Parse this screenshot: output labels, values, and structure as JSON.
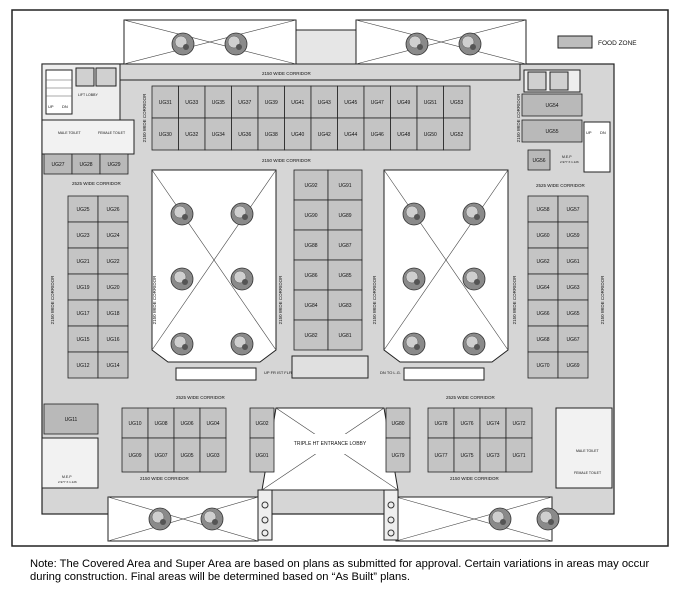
{
  "legend": {
    "label": "FOOD ZONE",
    "swatch_color": "#bdbdbd"
  },
  "colors": {
    "corridor": "#d6d6d6",
    "shop": "#c4c4c4",
    "food": "#b9b9b9",
    "line": "#222222",
    "tree": "#555555"
  },
  "corridors": {
    "top": "2150 WIDE CORRIDOR",
    "mid_top": "2150 WIDE CORRIDOR",
    "left_2525": "2525 WIDE CORRIDOR",
    "right_2525": "2525 WIDE CORRIDOR",
    "lower_left_2525": "2525 WIDE CORRIDOR",
    "lower_right_2525": "2525 WIDE CORRIDOR",
    "bottom_left": "2150 WIDE CORRIDOR",
    "bottom_right": "2150 WIDE CORRIDOR",
    "vertical": "2150 WIDE CORRIDOR"
  },
  "labels": {
    "lobby": "TRIPLE HT ENTRANCE LOBBY",
    "up_fr": "UP FR IST FLR.",
    "dn_lg": "DN TO L.G.",
    "lift_lobby": "LIFT LOBBY",
    "male_toilet": "MALE TOILET",
    "female_toilet": "FEMALE TOILET",
    "up": "UP",
    "dn": "DN",
    "mep": "M.E.P",
    "mep_size": "2.977 X 1.126"
  },
  "units": {
    "top_row1": [
      "UG31",
      "UG33",
      "UG35",
      "UG37",
      "UG39",
      "UG41",
      "UG43",
      "UG45",
      "UG47",
      "UG49",
      "UG51",
      "UG53"
    ],
    "top_row2": [
      "UG30",
      "UG32",
      "UG34",
      "UG36",
      "UG38",
      "UG40",
      "UG42",
      "UG44",
      "UG46",
      "UG48",
      "UG50",
      "UG52"
    ],
    "upper_left": [
      "UG27",
      "UG28",
      "UG29"
    ],
    "right_side": [
      "UG54",
      "UG55",
      "UG56"
    ],
    "left_block": [
      [
        "UG25",
        "UG26"
      ],
      [
        "UG23",
        "UG24"
      ],
      [
        "UG21",
        "UG22"
      ],
      [
        "UG19",
        "UG20"
      ],
      [
        "UG17",
        "UG18"
      ],
      [
        "UG15",
        "UG16"
      ],
      [
        "UG12",
        "UG14"
      ]
    ],
    "center_block": [
      [
        "UG92",
        "UG91"
      ],
      [
        "UG90",
        "UG89"
      ],
      [
        "UG88",
        "UG87"
      ],
      [
        "UG86",
        "UG85"
      ],
      [
        "UG84",
        "UG83"
      ],
      [
        "UG82",
        "UG81"
      ]
    ],
    "right_block": [
      [
        "UG58",
        "UG57"
      ],
      [
        "UG60",
        "UG59"
      ],
      [
        "UG62",
        "UG61"
      ],
      [
        "UG64",
        "UG63"
      ],
      [
        "UG66",
        "UG65"
      ],
      [
        "UG68",
        "UG67"
      ],
      [
        "UG70",
        "UG69"
      ]
    ],
    "lower_left_top": [
      "UG10",
      "UG08",
      "UG06",
      "UG04"
    ],
    "lower_left_bottom": [
      "UG09",
      "UG07",
      "UG05",
      "UG03"
    ],
    "lower_left_pair": [
      "UG02",
      "UG01"
    ],
    "lower_right_pair": [
      "UG80",
      "UG79"
    ],
    "lower_right_top": [
      "UG78",
      "UG76",
      "UG74",
      "UG72"
    ],
    "lower_right_bottom": [
      "UG77",
      "UG75",
      "UG73",
      "UG71"
    ],
    "ug11": "UG11"
  },
  "note": "Note: The Covered Area and Super Area are based on plans as submitted for approval. Certain variations in areas may occur during construction. Final areas will be determined based on “As Built” plans."
}
